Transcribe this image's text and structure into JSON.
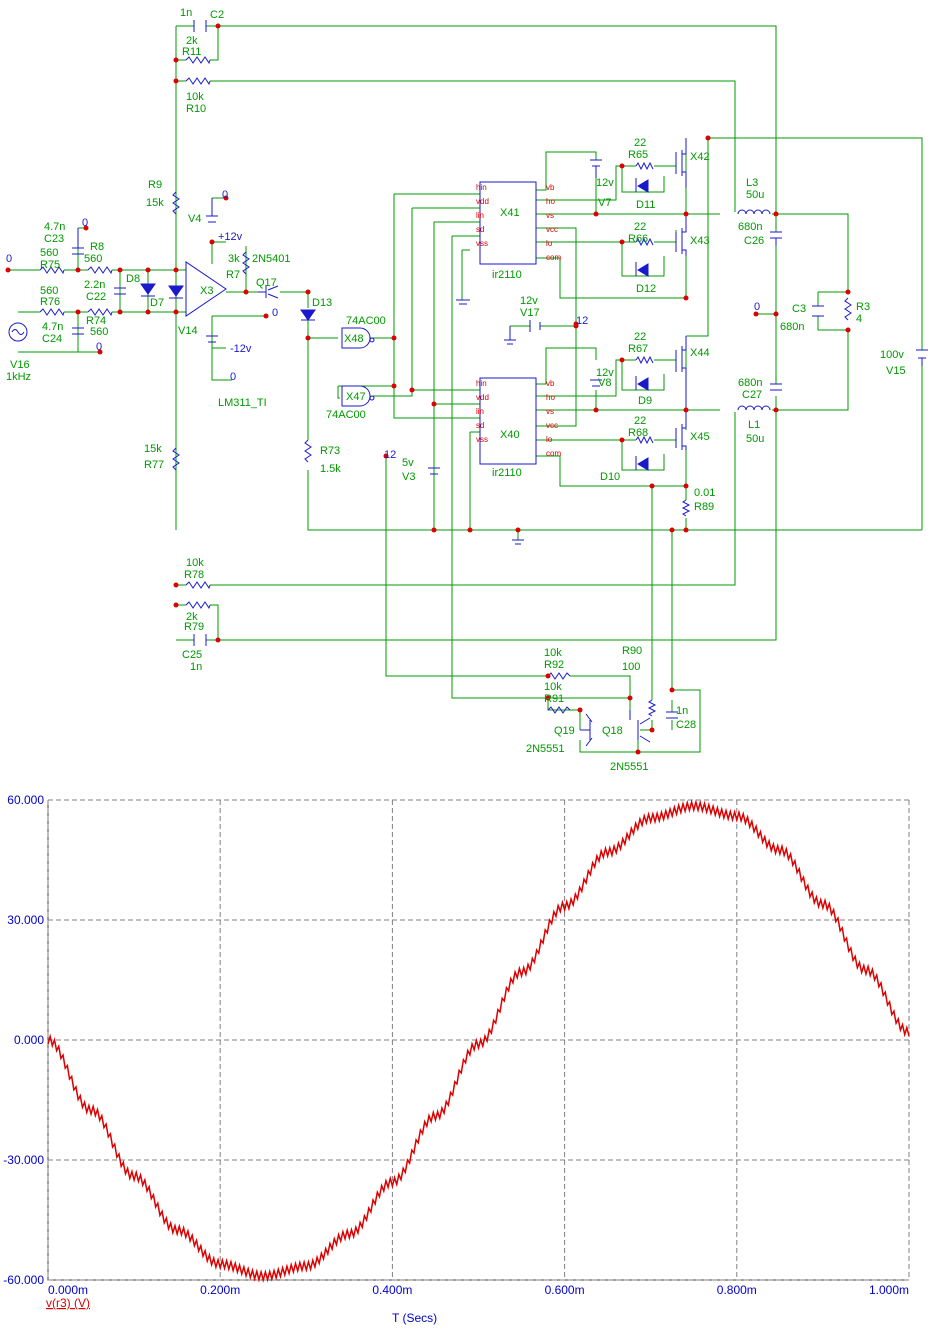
{
  "schematic": {
    "labels": {
      "c2_val": "1n",
      "c2": "C2",
      "r11_val": "2k",
      "r11": "R11",
      "r10_val": "10k",
      "r10": "R10",
      "r9": "R9",
      "r9_val": "15k",
      "v4": "V4",
      "gnd_v4": "0",
      "v4_val": "+12v",
      "r7_val": "3k",
      "r7": "R7",
      "q17_model": "2N5401",
      "q17": "Q17",
      "c23_val": "4.7n",
      "c23": "C23",
      "gnd_c23": "0",
      "r8": "R8",
      "r8_val": "560",
      "r75_val": "560",
      "r75": "R75",
      "node_in": "0",
      "d8": "D8",
      "d7": "D7",
      "x3": "X3",
      "v14": "V14",
      "c22_val": "2.2n",
      "c22": "C22",
      "r76_val": "560",
      "r76": "R76",
      "r74": "R74",
      "r74_val": "560",
      "c24_val": "4.7n",
      "c24": "C24",
      "gnd_c24": "0",
      "v16": "V16",
      "v16_val": "1kHz",
      "v14_val": "-12v",
      "gnd_v14": "0",
      "x3_model": "LM311_TI",
      "q17_out": "0",
      "d13": "D13",
      "x48_model": "74AC00",
      "x48": "X48",
      "x47": "X47",
      "x47_model": "74AC00",
      "r73": "R73",
      "r73_val": "1.5k",
      "r77_val": "15k",
      "r77": "R77",
      "x41": "X41",
      "x41_model": "ir2110",
      "x40": "X40",
      "x40_model": "ir2110",
      "v17_val": "12v",
      "v17": "V17",
      "v17_node": "12",
      "r65_val": "22",
      "r65": "R65",
      "d11": "D11",
      "x42": "X42",
      "v7_val": "12v",
      "v7": "V7",
      "r66_val": "22",
      "r66": "R66",
      "d12": "D12",
      "x43": "X43",
      "r67_val": "22",
      "r67": "R67",
      "d9": "D9",
      "x44": "X44",
      "v8_val": "12v",
      "v8": "V8",
      "r68_val": "22",
      "r68": "R68",
      "d10": "D10",
      "x45": "X45",
      "l3": "L3",
      "l3_val": "50u",
      "c26_val": "680n",
      "c26": "C26",
      "gnd_out": "0",
      "c3": "C3",
      "c3_val": "680n",
      "r3": "R3",
      "r3_val": "4",
      "c27_val": "680n",
      "c27": "C27",
      "l1": "L1",
      "l1_val": "50u",
      "v15_val": "100v",
      "v15": "V15",
      "r89_val": "0.01",
      "r89": "R89",
      "v3_node": "12",
      "v3_val": "5v",
      "v3": "V3",
      "r78_val": "10k",
      "r78": "R78",
      "r79_val": "2k",
      "r79": "R79",
      "c25": "C25",
      "c25_val": "1n",
      "r92_val": "10k",
      "r92": "R92",
      "r91_val": "10k",
      "r91": "R91",
      "r90": "R90",
      "r90_val": "100",
      "q19": "Q19",
      "q18": "Q18",
      "c28_val": "1n",
      "c28": "C28",
      "q19_model": "2N5551",
      "q18_model": "2N5551"
    },
    "ic_pins": {
      "left": [
        "hin",
        "vdd",
        "lin",
        "sd",
        "vss"
      ],
      "right": [
        "vb",
        "ho",
        "vs",
        "vcc",
        "lo",
        "com"
      ]
    },
    "colors": {
      "wire": "#009900",
      "component": "#1a1acc",
      "node": "#dd0000"
    }
  },
  "chart_data": {
    "type": "line",
    "xlabel": "T (Secs)",
    "ylabel": "",
    "xlim": [
      0,
      1.0
    ],
    "ylim": [
      -60,
      60
    ],
    "x_ticks": [
      "0.000m",
      "0.200m",
      "0.400m",
      "0.600m",
      "0.800m",
      "1.000m"
    ],
    "y_ticks": [
      "60.000",
      "30.000",
      "0.000",
      "-30.000",
      "-60.000"
    ],
    "grid": true,
    "series": [
      {
        "name": "v(r3) (V)",
        "color": "#dd0000",
        "x_unit": "ms",
        "x": [
          0.0,
          0.05,
          0.1,
          0.15,
          0.2,
          0.25,
          0.3,
          0.35,
          0.4,
          0.45,
          0.5,
          0.55,
          0.6,
          0.65,
          0.7,
          0.75,
          0.8,
          0.85,
          0.9,
          0.95,
          1.0
        ],
        "values": [
          0.0,
          -17.5,
          -34.0,
          -47.5,
          -56.0,
          -59.0,
          -56.5,
          -48.5,
          -35.5,
          -19.0,
          -1.0,
          17.0,
          33.5,
          47.0,
          55.5,
          58.5,
          56.0,
          47.5,
          34.0,
          17.5,
          2.0
        ],
        "ripple_amplitude": 1.0,
        "ripple_period": 0.005
      }
    ]
  }
}
